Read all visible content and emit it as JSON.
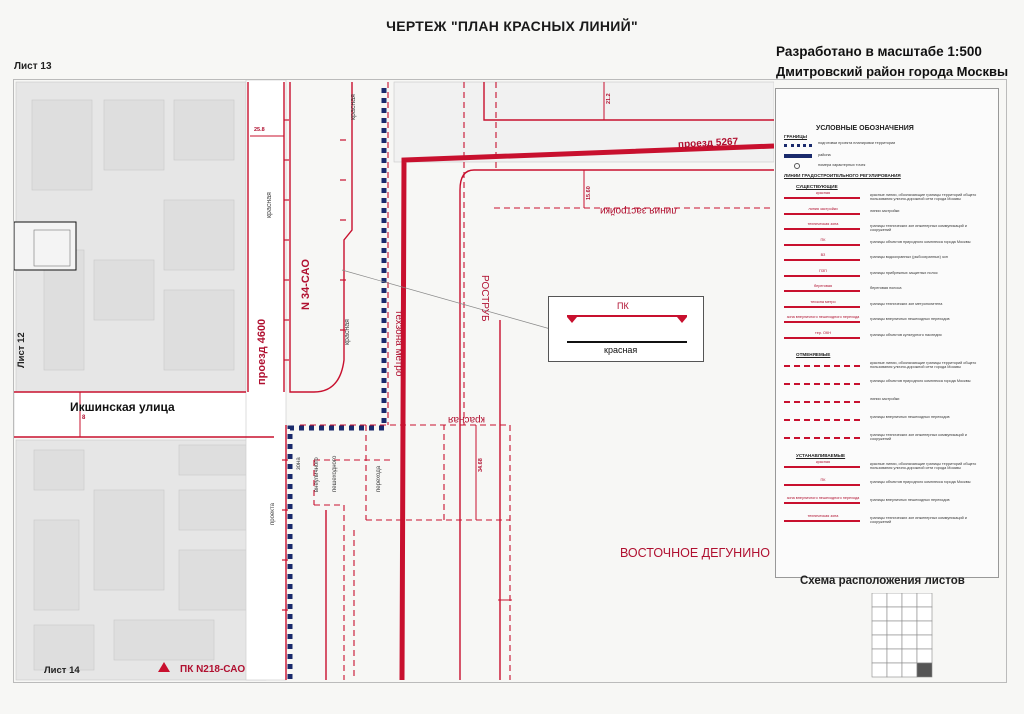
{
  "header": {
    "title": "ЧЕРТЕЖ \"ПЛАН КРАСНЫХ ЛИНИЙ\"",
    "scale": "Разработано в масштабе 1:500",
    "district": "Дмитровский район города Москвы"
  },
  "sheets": {
    "top": "Лист 13",
    "left": "Лист 12",
    "bottom": "Лист 14"
  },
  "map": {
    "labels": {
      "street": "Икшинская улица",
      "area": "ВОСТОЧНОЕ ДЕГУНИНО",
      "proezd_4600": "проезд 4600",
      "n34": "N 34-САО",
      "krasnaya_top": "красная",
      "krasnaya_v1": "красная",
      "krasnaya_v2": "красная",
      "krasnaya_mid": "красная",
      "proezd_5267": "проезд 5267",
      "liniya_zastroiki": "линия застройки",
      "tekhzona_metro": "техзона метро",
      "rostrub": "РОСТРУБ",
      "krasnaya_h": "красная",
      "pk_bottom": "ПК N218-САО",
      "zona": "зона",
      "vnuleticnogo": "внеуличного",
      "peshekhodnogo": "пешеходного",
      "perekhoda": "перехода",
      "proekt_line": "проекта",
      "dim_258": "25.8",
      "dim_212": "21.2",
      "dim_1560": "15.60",
      "dim_3468": "34.68",
      "dim_8": "8"
    },
    "inset": {
      "pk": "ПК",
      "krasnaya": "красная"
    }
  },
  "legend": {
    "title": "УСЛОВНЫЕ ОБОЗНАЧЕНИЯ",
    "boundaries_head": "ГРАНИЦЫ",
    "boundary_items": [
      "подготовки проекта планировки территории",
      "района",
      "номера характерных точек"
    ],
    "lines_head": "ЛИНИИ ГРАДОСТРОИТЕЛЬНОГО РЕГУЛИРОВАНИЯ",
    "existing_head": "СУЩЕСТВУЮЩИЕ",
    "existing_items": [
      "красные линии, обозначающие границы территорий общего пользования улично-дорожной сети города Москвы",
      "линии застройки",
      "границы технических зон инженерных коммуникаций и сооружений",
      "границы объектов природного комплекса города Москвы",
      "границы водоохранных (рыбоохранных) зон",
      "границы прибрежных защитных полос",
      "береговая полоса",
      "границы технических зон метрополитена",
      "границы внеуличных пешеходных переходов",
      "границы объектов культурного наследия"
    ],
    "existing_line_labels": [
      "красная",
      "линия застройки",
      "техническая зона",
      "ПК",
      "ВЗ",
      "ПЗП",
      "береговая",
      "техзона метро",
      "зона внеуличного пешеходного перехода",
      "тер. ОКН"
    ],
    "cancelled_head": "ОТМЕНЯЕМЫЕ",
    "cancelled_items": [
      "красные линии, обозначающие границы территорий общего пользования улично-дорожной сети города Москвы",
      "границы объектов природного комплекса города Москвы",
      "линии застройки",
      "границы внеуличных пешеходных переходов",
      "границы технических зон инженерных коммуникаций и сооружений"
    ],
    "established_head": "УСТАНАВЛИВАЕМЫЕ",
    "established_items": [
      "красные линии, обозначающие границы территорий общего пользования улично-дорожной сети города Москвы",
      "границы объектов природного комплекса города Москвы",
      "границы внеуличных пешеходных переходов",
      "границы технических зон инженерных коммуникаций и сооружений"
    ],
    "established_line_labels": [
      "красная",
      "ПК",
      "зона внеуличного пешеходного перехода",
      "техническая зона"
    ]
  },
  "scheme": {
    "title": "Схема расположения листов"
  },
  "colors": {
    "red": "#c8102e",
    "navy": "#1a2a6c",
    "building": "#dcdcdc",
    "road": "#ffffff"
  }
}
